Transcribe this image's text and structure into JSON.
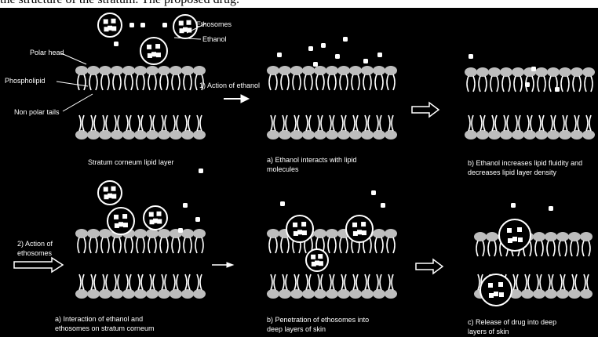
{
  "caption": "the structure of the stratum. The proposed drug.",
  "labels": {
    "ethosomes": "Ethosomes",
    "ethanol": "Ethanol",
    "polar_head": "Polar head",
    "phospholipid": "Phospholipid",
    "non_polar_tails": "Non polar tails",
    "stratum_corneum": "Stratum corneum lipid layer",
    "action_ethanol": "1) Action of ethanol",
    "action_ethosomes_1": "2) Action of",
    "action_ethosomes_2": "ethosomes"
  },
  "panels": [
    {
      "line1": "a) Ethanol interacts with lipid",
      "line2": "molecules"
    },
    {
      "line1": "b) Ethanol increases lipid fluidity and",
      "line2": "decreases lipid layer density"
    },
    {
      "line1": "a) Interaction of ethanol and",
      "line2": "ethosomes on stratum corneum"
    },
    {
      "line1": "b) Penetration of ethosomes into",
      "line2": "deep layers of skin"
    },
    {
      "line1": "c) Release of drug into deep",
      "line2": "layers of skin"
    }
  ],
  "colors": {
    "background": "#000000",
    "lipid_head": "#bdbdbd",
    "line": "#ffffff"
  }
}
